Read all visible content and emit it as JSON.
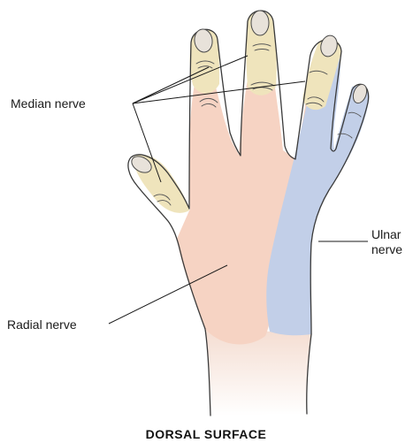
{
  "labels": {
    "median": "Median nerve",
    "ulnar_line1": "Ulnar",
    "ulnar_line2": "nerve",
    "radial": "Radial nerve"
  },
  "caption": "DORSAL SURFACE",
  "colors": {
    "radial_region": "#f6d3c3",
    "median_region": "#efe4bc",
    "ulnar_region": "#c2cfe8",
    "wrist_skin": "#f6e2d8",
    "nail": "#e8e2da"
  }
}
